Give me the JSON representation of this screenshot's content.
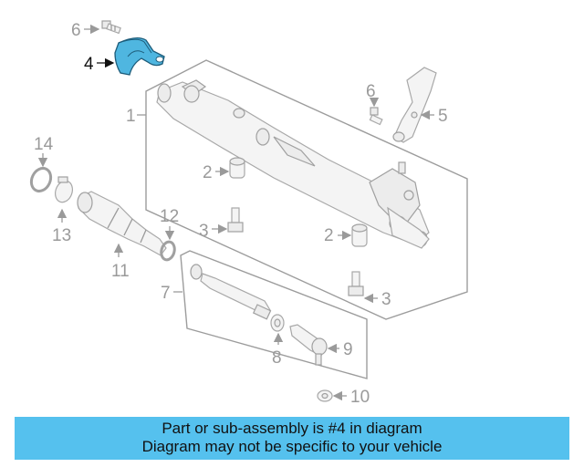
{
  "diagram": {
    "highlighted_part": "4",
    "highlight_color": "#4fb6e0",
    "callouts": {
      "c1": "1",
      "c2a": "2",
      "c2b": "2",
      "c3a": "3",
      "c3b": "3",
      "c4": "4",
      "c5": "5",
      "c6a": "6",
      "c6b": "6",
      "c7": "7",
      "c8": "8",
      "c9": "9",
      "c10": "10",
      "c11": "11",
      "c12": "12",
      "c13": "13",
      "c14": "14"
    }
  },
  "banner": {
    "line1": "Part or sub-assembly is #4 in diagram",
    "line2": "Diagram may not be specific to your vehicle",
    "background": "#55c1ee"
  }
}
